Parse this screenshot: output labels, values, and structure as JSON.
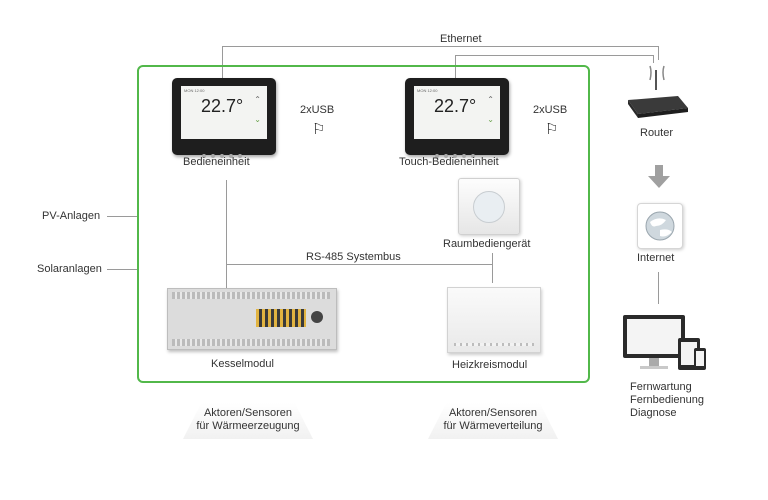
{
  "labels": {
    "ethernet": "Ethernet",
    "pv": "PV-Anlagen",
    "solar": "Solaranlagen",
    "bedieneinheit": "Bedieneinheit",
    "touch": "Touch-Bedieneinheit",
    "usb1": "2xUSB",
    "usb2": "2xUSB",
    "raum": "Raumbediengerät",
    "rs485": "RS-485 Systembus",
    "kessel": "Kesselmodul",
    "heizkreis": "Heizkreismodul",
    "router": "Router",
    "internet": "Internet",
    "remote": [
      "Fernwartung",
      "Fernbedienung",
      "Diagnose"
    ],
    "tray1": [
      "Aktoren/Sensoren",
      "für Wärmeerzeugung"
    ],
    "tray2": [
      "Aktoren/Sensoren",
      "für Wärmeverteilung"
    ]
  },
  "display": {
    "temperature": "22.7",
    "unit": "°"
  },
  "colors": {
    "frame": "#52b84a",
    "line": "#9a9a9a",
    "arrow": "#9e9e9e",
    "display_bezel": "#1e1e1e"
  },
  "icons": {
    "usb": "usb-icon",
    "router": "router-icon",
    "internet": "globe-icon",
    "devices": "devices-icon"
  }
}
